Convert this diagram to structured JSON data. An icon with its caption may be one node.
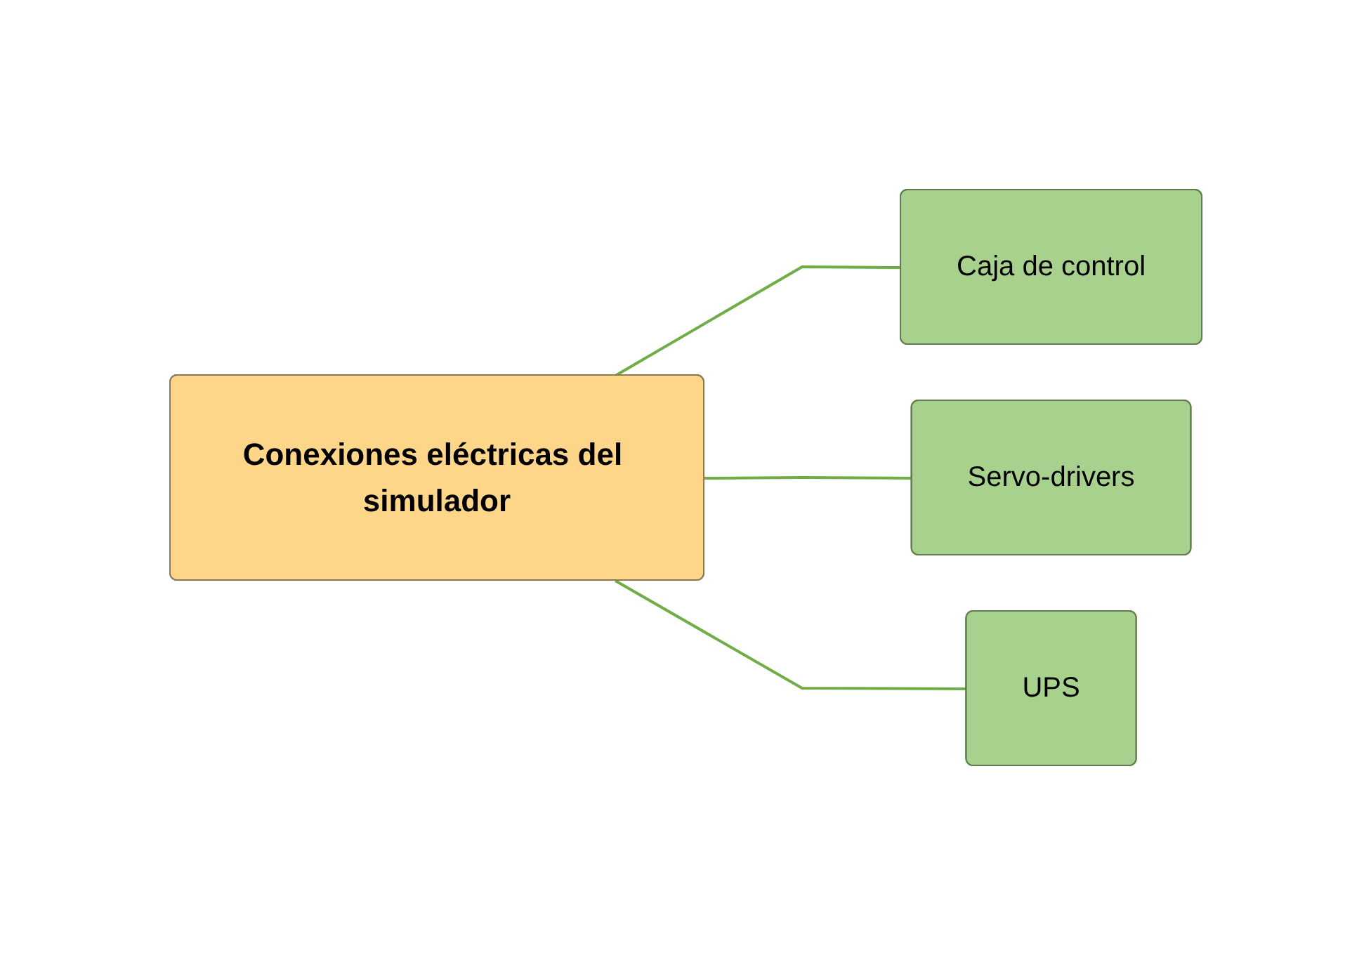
{
  "diagram": {
    "nodes": [
      {
        "text": [
          "Conexiones eléctricas del simulador"
        ]
      },
      {
        "text": [
          "Caja de control"
        ]
      },
      {
        "text": [
          "Servo-drivers"
        ]
      },
      {
        "text": [
          "UPS"
        ]
      }
    ],
    "edges": [
      {
        "from": 0,
        "to": 1,
        "arrow": "none"
      },
      {
        "from": 0,
        "to": 2,
        "arrow": "none"
      },
      {
        "from": 0,
        "to": 3,
        "arrow": "none"
      }
    ]
  }
}
